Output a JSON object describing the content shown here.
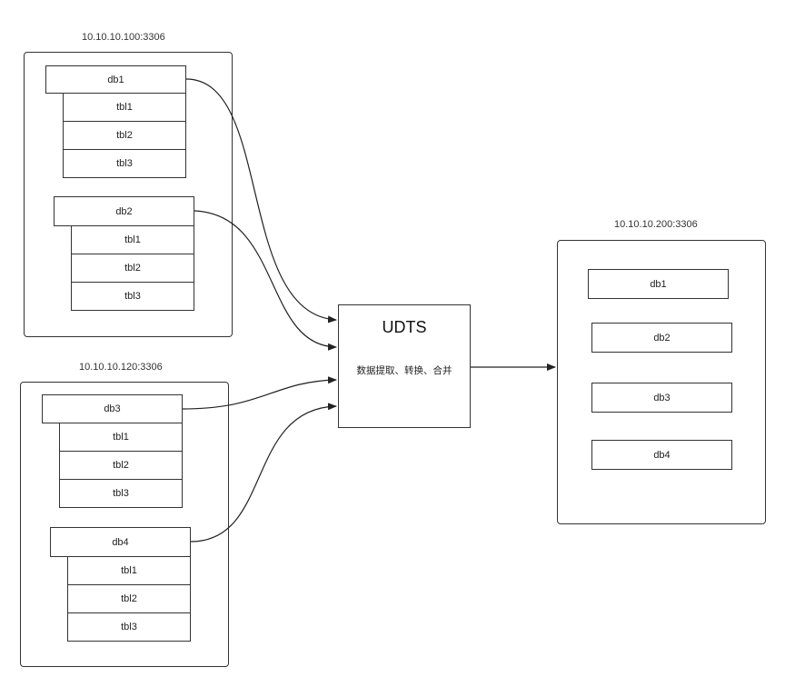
{
  "source_servers": [
    {
      "host": "10.10.10.100:3306",
      "databases": [
        {
          "name": "db1",
          "tables": [
            "tbl1",
            "tbl2",
            "tbl3"
          ]
        },
        {
          "name": "db2",
          "tables": [
            "tbl1",
            "tbl2",
            "tbl3"
          ]
        }
      ]
    },
    {
      "host": "10.10.10.120:3306",
      "databases": [
        {
          "name": "db3",
          "tables": [
            "tbl1",
            "tbl2",
            "tbl3"
          ]
        },
        {
          "name": "db4",
          "tables": [
            "tbl1",
            "tbl2",
            "tbl3"
          ]
        }
      ]
    }
  ],
  "udts": {
    "title": "UDTS",
    "subtitle": "数据提取、转换、合并"
  },
  "target_server": {
    "host": "10.10.10.200:3306",
    "databases": [
      "db1",
      "db2",
      "db3",
      "db4"
    ]
  }
}
